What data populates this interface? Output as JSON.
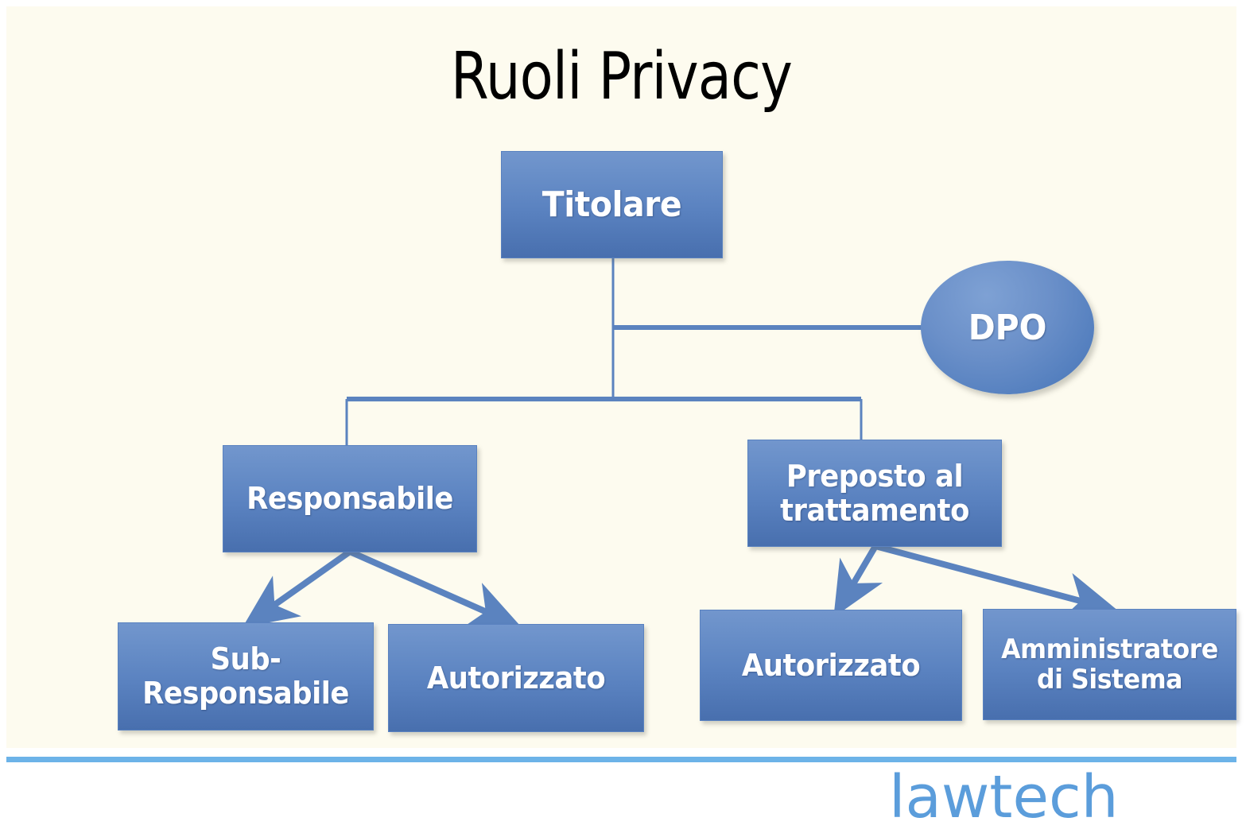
{
  "slide": {
    "title": "Ruoli Privacy",
    "background_color": "#fdfbef"
  },
  "diagram": {
    "type": "org-chart",
    "node_fill_top": "#7296cd",
    "node_fill_bottom": "#486fae",
    "node_text_color": "#ffffff",
    "connector_color": "#5b83bf",
    "nodes": [
      {
        "id": "titolare",
        "label": "Titolare",
        "shape": "rect",
        "level": 1
      },
      {
        "id": "dpo",
        "label": "DPO",
        "shape": "ellipse",
        "level": 2
      },
      {
        "id": "responsabile",
        "label": "Responsabile",
        "shape": "rect",
        "level": 2
      },
      {
        "id": "preposto_l1",
        "label": "Preposto al",
        "shape": "rect",
        "level": 2
      },
      {
        "id": "preposto_l2",
        "label": "trattamento",
        "shape": "rect",
        "level": 2
      },
      {
        "id": "sub_resp_l1",
        "label": "Sub-",
        "shape": "rect",
        "level": 3
      },
      {
        "id": "sub_resp_l2",
        "label": "Responsabile",
        "shape": "rect",
        "level": 3
      },
      {
        "id": "autorizzato_sx",
        "label": "Autorizzato",
        "shape": "rect",
        "level": 3
      },
      {
        "id": "autorizzato_dx",
        "label": "Autorizzato",
        "shape": "rect",
        "level": 3
      },
      {
        "id": "amm_sistema_l1",
        "label": "Amministratore",
        "shape": "rect",
        "level": 3
      },
      {
        "id": "amm_sistema_l2",
        "label": "di Sistema",
        "shape": "rect",
        "level": 3
      }
    ],
    "edges": [
      {
        "from": "titolare",
        "to": "dpo",
        "style": "elbow",
        "arrow": false
      },
      {
        "from": "titolare",
        "to": "responsabile",
        "style": "elbow",
        "arrow": false
      },
      {
        "from": "titolare",
        "to": "preposto",
        "style": "elbow",
        "arrow": false
      },
      {
        "from": "responsabile",
        "to": "sub-responsabile",
        "style": "straight",
        "arrow": true
      },
      {
        "from": "responsabile",
        "to": "autorizzato",
        "style": "straight",
        "arrow": true
      },
      {
        "from": "preposto",
        "to": "autorizzato",
        "style": "straight",
        "arrow": true
      },
      {
        "from": "preposto",
        "to": "amministratore-di-sistema",
        "style": "straight",
        "arrow": true
      }
    ]
  },
  "footer": {
    "logo_text": "lawtech",
    "logo_color": "#5b9ddb",
    "rule_color": "#6cb3e8"
  }
}
